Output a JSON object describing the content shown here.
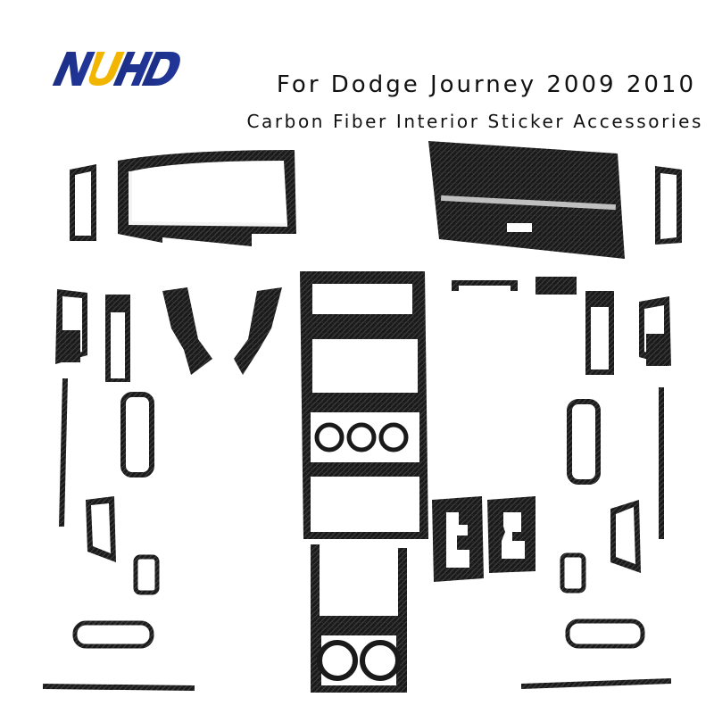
{
  "brand": {
    "logo_text": "NUHD",
    "colors": {
      "primary": "#1b2f86",
      "accent": "#f2b600"
    }
  },
  "product": {
    "title": "For Dodge Journey 2009 2010",
    "subtitle": "Carbon Fiber Interior Sticker Accessories"
  },
  "parts_material": {
    "color": "#1a1a1a",
    "highlight": "#4a4a4a"
  }
}
